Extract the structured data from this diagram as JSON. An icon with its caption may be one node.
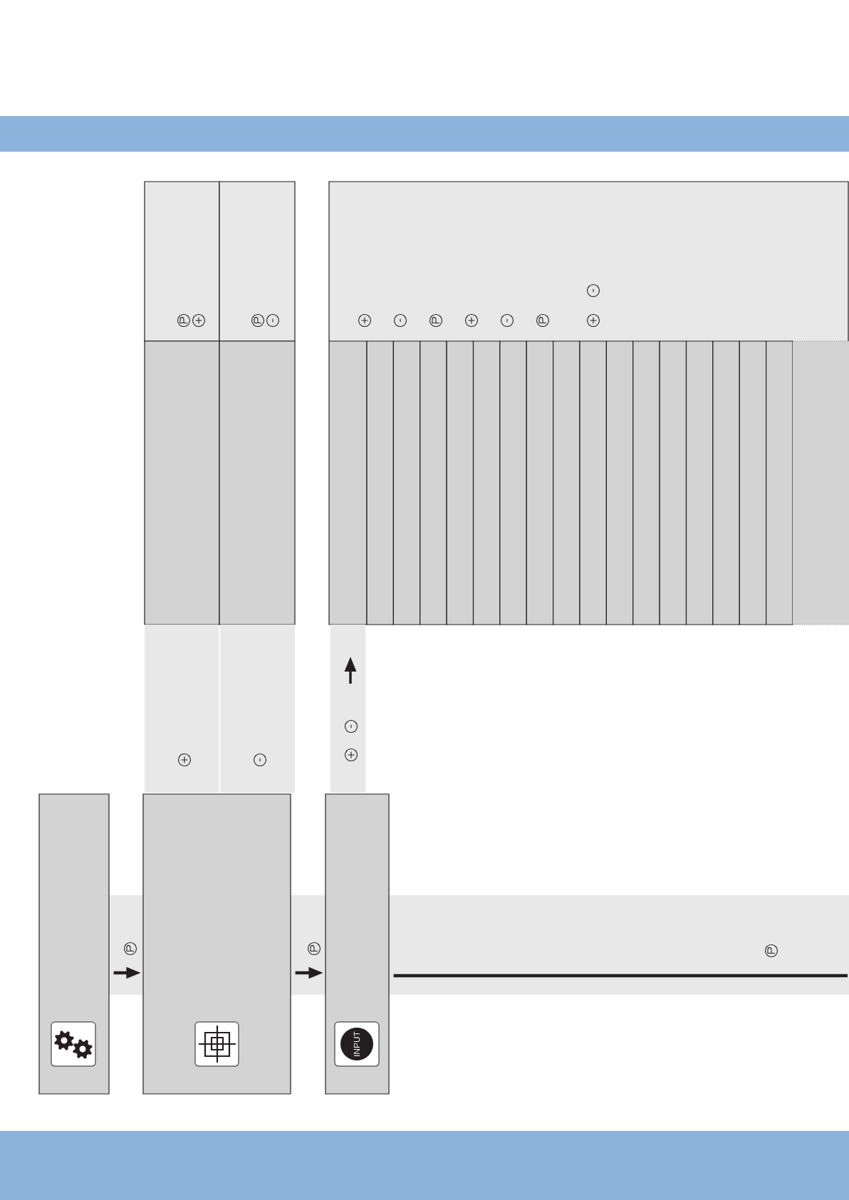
{
  "diagram": {
    "nodes": [
      {
        "text": [],
        "shape": "box"
      },
      {
        "text": [],
        "shape": "box"
      },
      {
        "text": [],
        "shape": "box"
      }
    ],
    "edges": [
      {
        "from": 0,
        "to": 1,
        "arrow": "to"
      },
      {
        "from": 1,
        "to": 2,
        "arrow": "to"
      },
      {
        "from": 2,
        "to": null,
        "arrow": "none"
      }
    ],
    "labels": [
      "INPUT"
    ]
  }
}
